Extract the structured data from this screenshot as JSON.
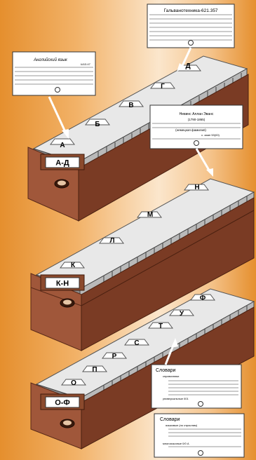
{
  "drawers": [
    {
      "label": "А-Д",
      "tabs": [
        "А",
        "Б",
        "В",
        "Г",
        "Д"
      ]
    },
    {
      "label": "К-Н",
      "tabs": [
        "К",
        "Л",
        "М",
        "Н"
      ]
    },
    {
      "label": "О-Ф",
      "tabs": [
        "О",
        "П",
        "Р",
        "С",
        "Т",
        "У",
        "Ф"
      ]
    }
  ],
  "cards": {
    "card1": {
      "title": "Гальванотехника-621.357"
    },
    "card2": {
      "title": "Английский язык",
      "code": "Ш13.47"
    },
    "card3": {
      "lines": [
        "Невинс Аллан Эванс",
        "(1790-1865)",
        "(немецкая фамилия)",
        "с. ааан 53(00)"
      ]
    },
    "card4": {
      "title": "Словари",
      "subtitle": "справочники",
      "footer": "универсальные 001"
    },
    "card5": {
      "title": "Словари",
      "subtitle": "языковые (по отраслям)",
      "footer": "многоязычные 0/0 А"
    }
  }
}
